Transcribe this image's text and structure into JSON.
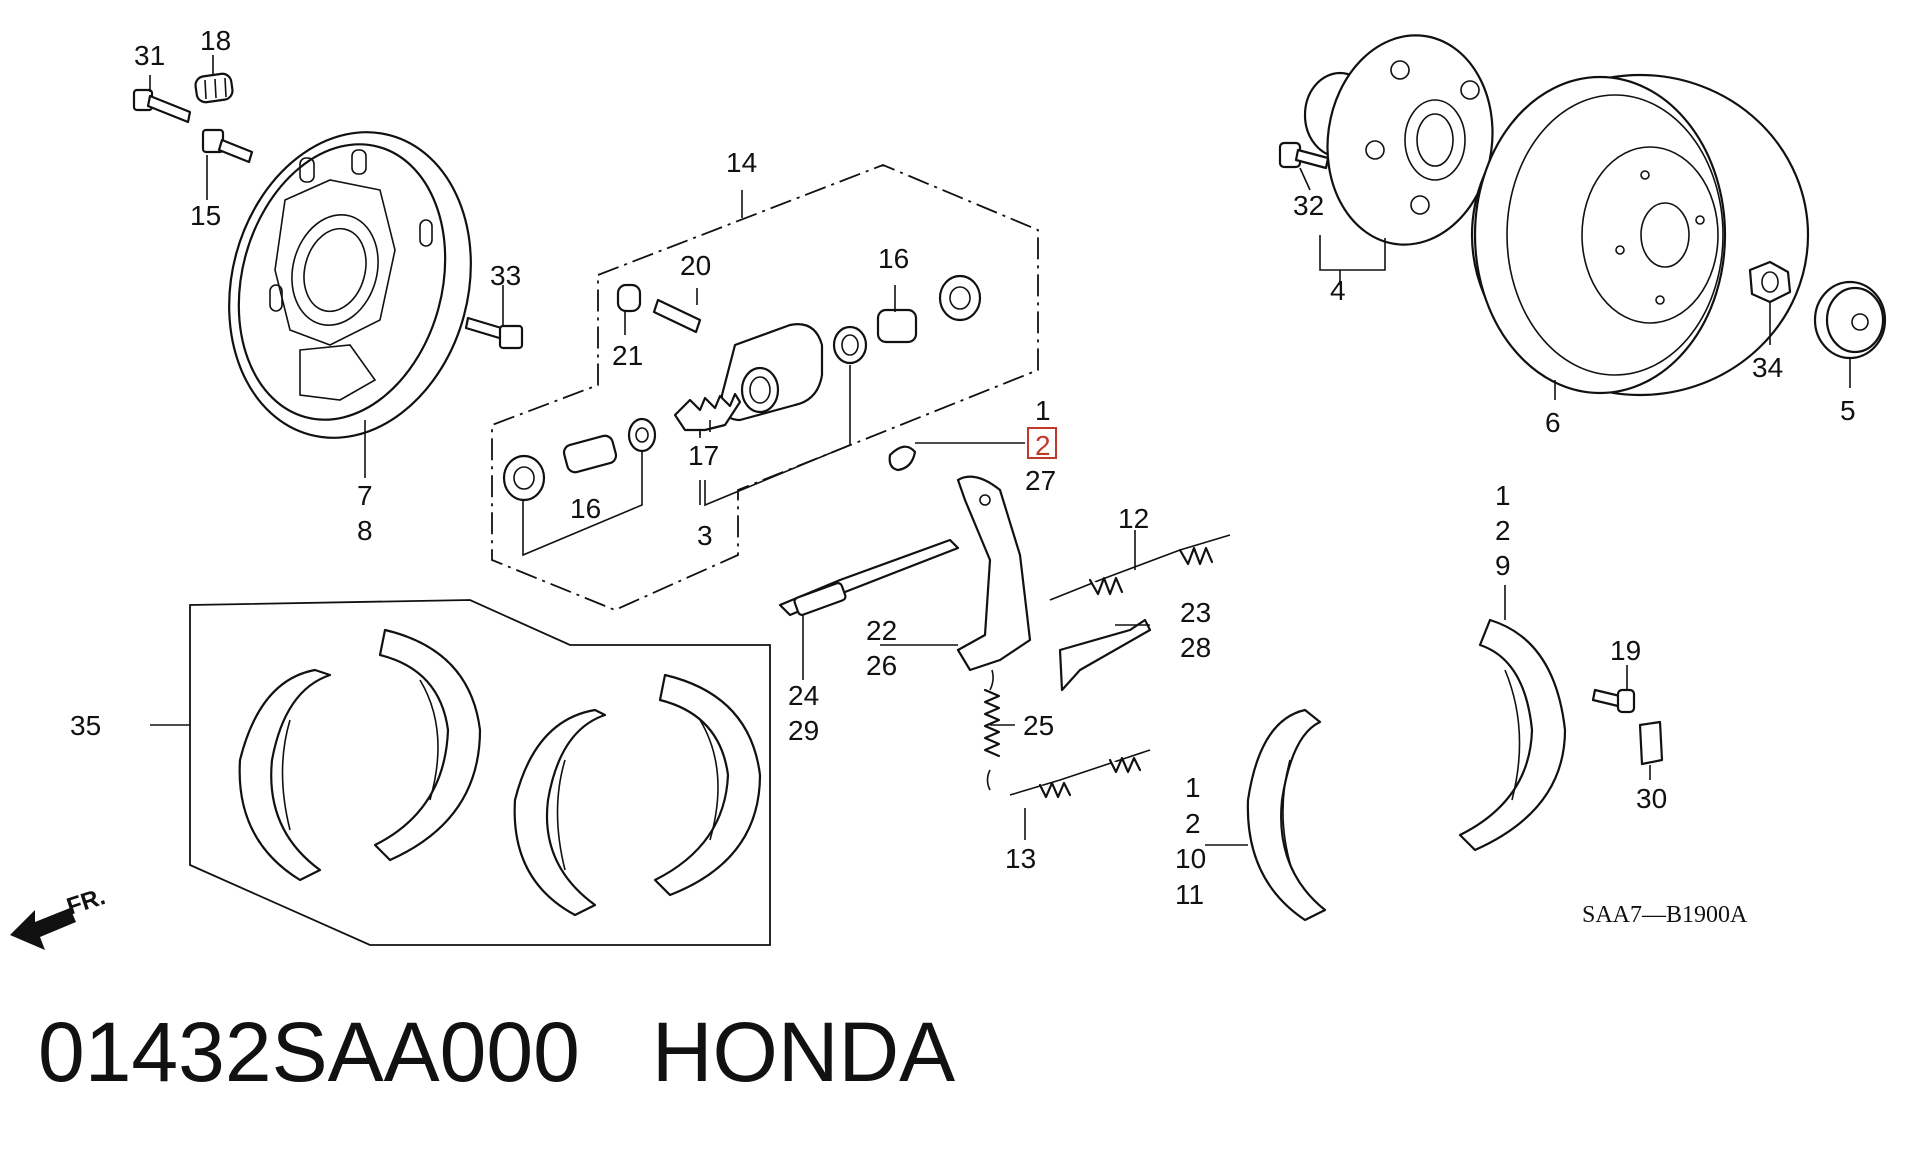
{
  "callouts": {
    "c31": "31",
    "c18": "18",
    "c15": "15",
    "c33": "33",
    "c7": "7",
    "c8": "8",
    "c14": "14",
    "c20": "20",
    "c21": "21",
    "c16a": "16",
    "c16b": "16",
    "c17": "17",
    "c3": "3",
    "c1a": "1",
    "c2a": "2",
    "c27": "27",
    "c12": "12",
    "c22": "22",
    "c26": "26",
    "c23": "23",
    "c28": "28",
    "c24": "24",
    "c29": "29",
    "c25": "25",
    "c13": "13",
    "c35": "35",
    "c1b": "1",
    "c2b": "2",
    "c10": "10",
    "c11": "11",
    "c1c": "1",
    "c2c": "2",
    "c9": "9",
    "c19": "19",
    "c30": "30",
    "c32": "32",
    "c4": "4",
    "c6": "6",
    "c34": "34",
    "c5": "5"
  },
  "arrow_label": "FR.",
  "diagram_code": "SAA7—B1900A",
  "footer": {
    "part_number": "01432SAA000",
    "brand": "HONDA"
  },
  "colors": {
    "highlight": "#c0392b",
    "ink": "#111111"
  }
}
